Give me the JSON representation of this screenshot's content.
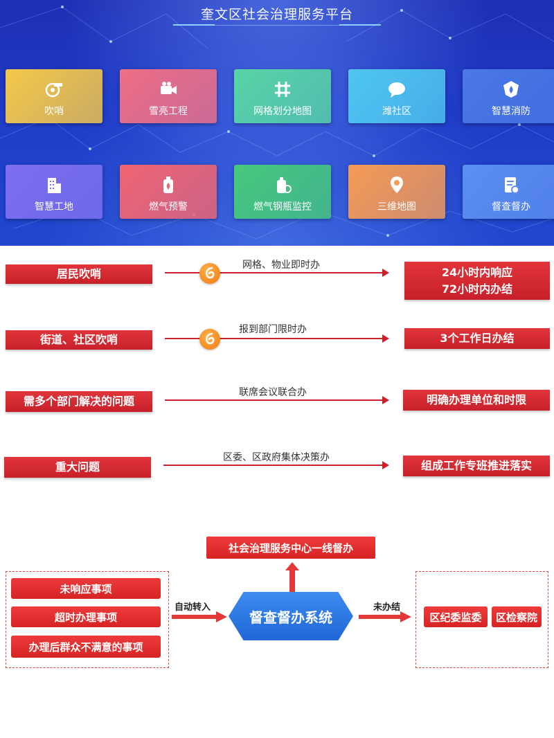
{
  "banner": {
    "title": "奎文区社会治理服务平台",
    "tiles_row1": [
      {
        "label": "吹哨",
        "icon": "whistle-icon",
        "color": "#f4c84a"
      },
      {
        "label": "雪亮工程",
        "icon": "camera-icon",
        "color": "#ef6f86"
      },
      {
        "label": "网格划分地图",
        "icon": "grid-icon",
        "color": "#58d5a6"
      },
      {
        "label": "潍社区",
        "icon": "chat-icon",
        "color": "#4ec6f0"
      },
      {
        "label": "智慧消防",
        "icon": "fire-shield-icon",
        "color": "#4a79e6"
      }
    ],
    "tiles_row2": [
      {
        "label": "智慧工地",
        "icon": "building-icon",
        "color": "#7e6ff0"
      },
      {
        "label": "燃气预警",
        "icon": "gas-tank-icon",
        "color": "#f06572"
      },
      {
        "label": "燃气钢瓶监控",
        "icon": "gas-bottle-icon",
        "color": "#46c97c"
      },
      {
        "label": "三维地图",
        "icon": "map-pin-icon",
        "color": "#f59a56"
      },
      {
        "label": "督查督办",
        "icon": "document-check-icon",
        "color": "#5c8ff0"
      }
    ]
  },
  "flow": [
    {
      "source": "居民吹哨",
      "via": "网格、物业即时办",
      "result_lines": [
        "24小时内响应",
        "72小时内办结"
      ],
      "whistle": true
    },
    {
      "source": "街道、社区吹哨",
      "via": "报到部门限时办",
      "result_lines": [
        "3个工作日办结"
      ],
      "whistle": true
    },
    {
      "source": "需多个部门解决的问题",
      "via": "联席会议联合办",
      "result_lines": [
        "明确办理单位和时限"
      ],
      "whistle": false
    },
    {
      "source": "重大问题",
      "via": "区委、区政府集体决策办",
      "result_lines": [
        "组成工作专班推进落实"
      ],
      "whistle": false
    }
  ],
  "supervision": {
    "top_box": "社会治理服务中心一线督办",
    "system": "督查督办系统",
    "left_items": [
      "未响应事项",
      "超时办理事项",
      "办理后群众不满意的事项"
    ],
    "left_arrow_label": "自动转入",
    "right_arrow_label": "未办结",
    "right_items": [
      "区纪委监委",
      "区检察院"
    ]
  }
}
